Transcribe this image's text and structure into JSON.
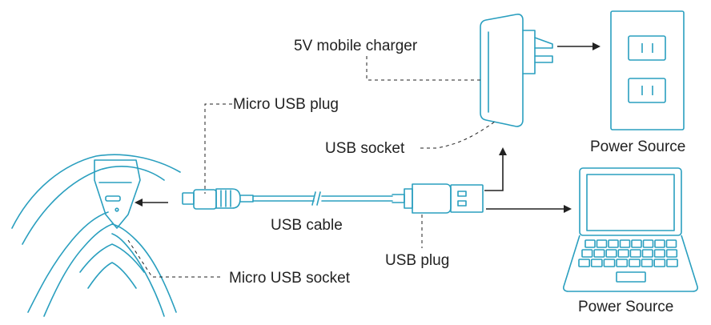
{
  "labels": {
    "mobile_charger": "5V mobile charger",
    "micro_usb_plug": "Micro USB plug",
    "usb_socket": "USB socket",
    "usb_cable": "USB cable",
    "usb_plug": "USB plug",
    "micro_usb_socket": "Micro USB socket",
    "power_source_outlet": "Power Source",
    "power_source_laptop": "Power Source"
  },
  "colors": {
    "line": "#2a9fbf",
    "text": "#222222",
    "arrow": "#222222"
  }
}
